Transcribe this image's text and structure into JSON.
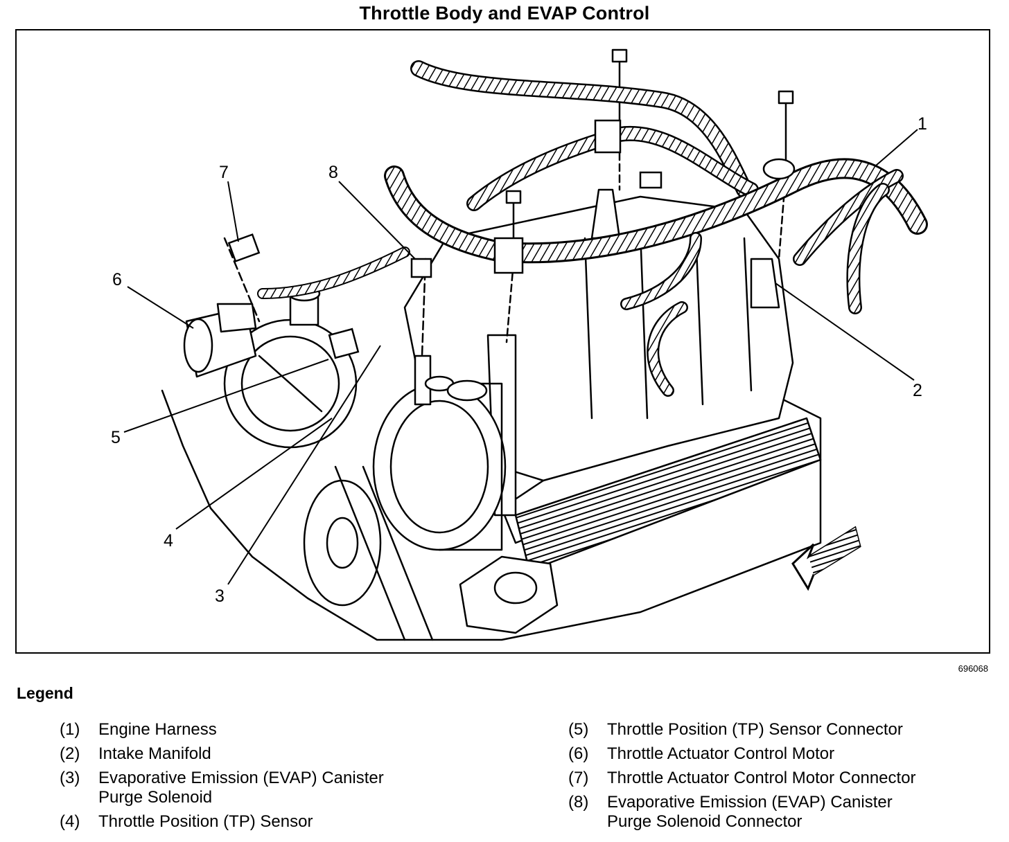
{
  "title": "Throttle Body and EVAP Control",
  "figure_number": "696068",
  "callouts": [
    "1",
    "2",
    "3",
    "4",
    "5",
    "6",
    "7",
    "8"
  ],
  "legend": {
    "heading": "Legend",
    "left": [
      {
        "num": "(1)",
        "text": "Engine Harness"
      },
      {
        "num": "(2)",
        "text": "Intake Manifold"
      },
      {
        "num": "(3)",
        "text": "Evaporative Emission (EVAP) Canister\nPurge Solenoid"
      },
      {
        "num": "(4)",
        "text": "Throttle Position (TP) Sensor"
      }
    ],
    "right": [
      {
        "num": "(5)",
        "text": "Throttle Position (TP) Sensor Connector"
      },
      {
        "num": "(6)",
        "text": "Throttle Actuator Control Motor"
      },
      {
        "num": "(7)",
        "text": "Throttle Actuator Control Motor Connector"
      },
      {
        "num": "(8)",
        "text": "Evaporative Emission (EVAP) Canister\nPurge Solenoid Connector"
      }
    ]
  }
}
